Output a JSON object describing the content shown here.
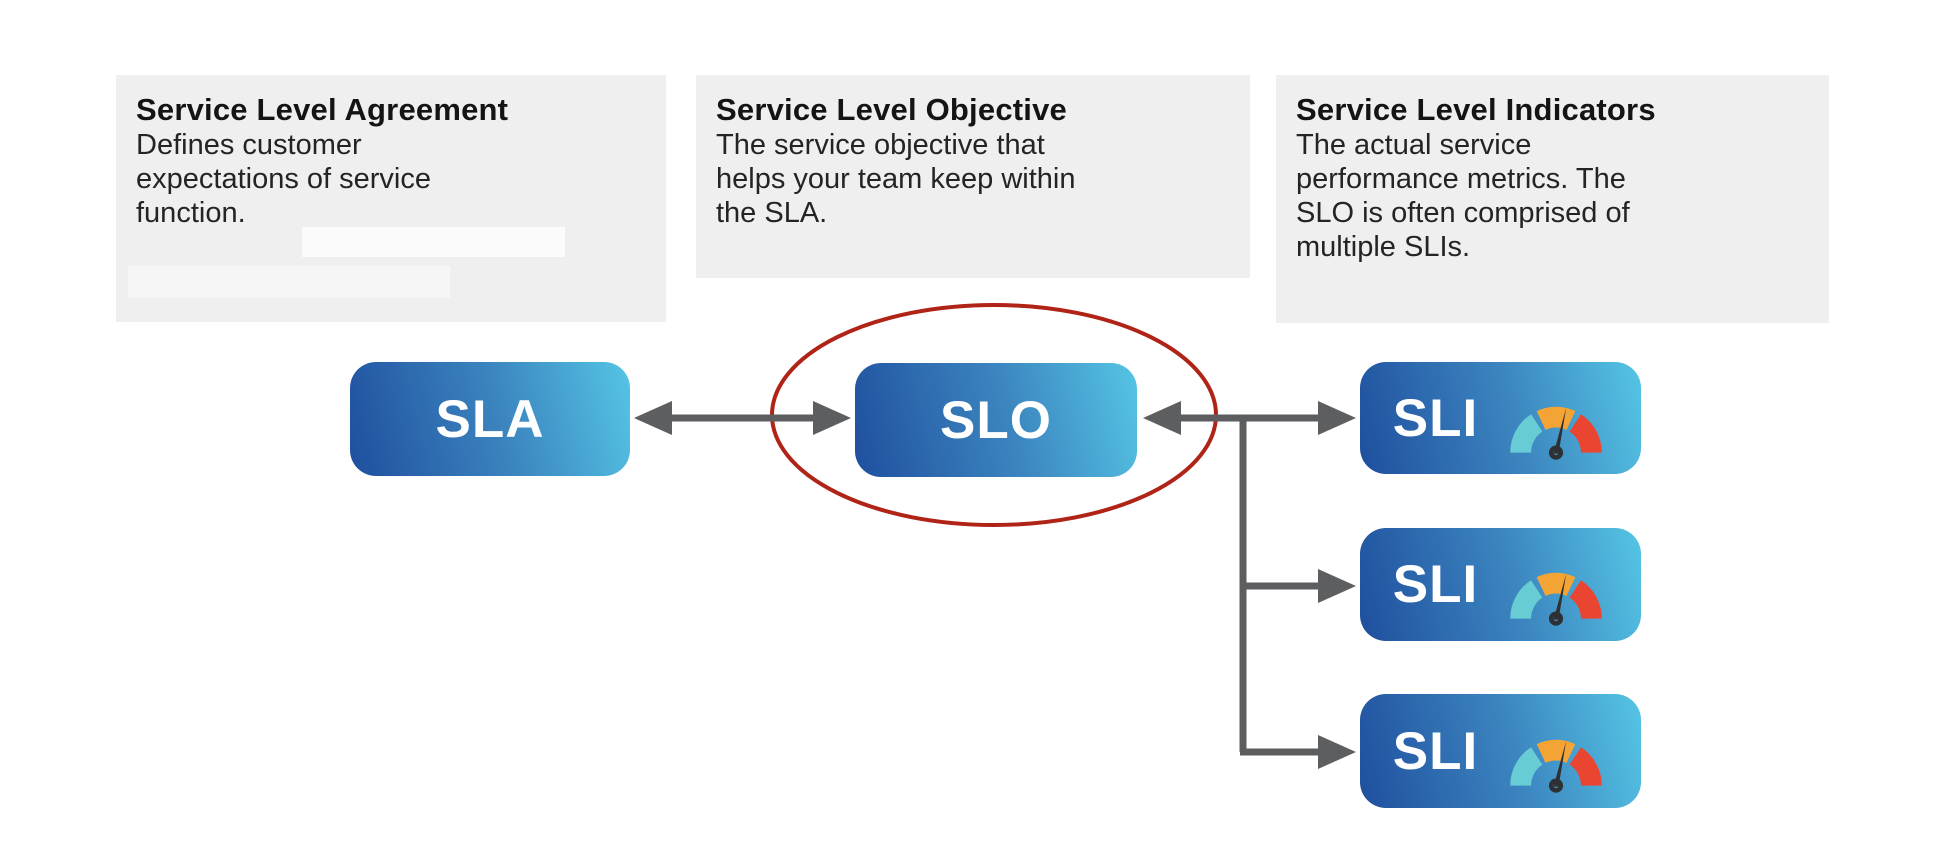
{
  "diagram": {
    "info_cards": [
      {
        "title": "Service Level Agreement",
        "body_lines": [
          "Defines customer",
          "expectations of service",
          "function."
        ]
      },
      {
        "title": "Service Level Objective",
        "body_lines": [
          "The service objective that",
          "helps your team keep within",
          "the SLA."
        ]
      },
      {
        "title": "Service Level Indicators",
        "body_lines": [
          "The actual service",
          "performance metrics. The",
          "SLO is often comprised of",
          "multiple SLIs."
        ]
      }
    ],
    "nodes": {
      "sla": {
        "label": "SLA"
      },
      "slo": {
        "label": "SLO",
        "highlighted": true
      },
      "sli": [
        {
          "label": "SLI",
          "icon": "gauge-icon"
        },
        {
          "label": "SLI",
          "icon": "gauge-icon"
        },
        {
          "label": "SLI",
          "icon": "gauge-icon"
        }
      ]
    },
    "colors": {
      "card_bg": "#efefef",
      "node_gradient_start": "#1f4f9e",
      "node_gradient_end": "#55c5e4",
      "node_text": "#ffffff",
      "connector": "#5d5e60",
      "highlight_ellipse": "#b02418",
      "gauge_teal": "#68ccd4",
      "gauge_orange": "#f4a435",
      "gauge_red": "#ea4531",
      "gauge_needle": "#2e3033"
    }
  }
}
